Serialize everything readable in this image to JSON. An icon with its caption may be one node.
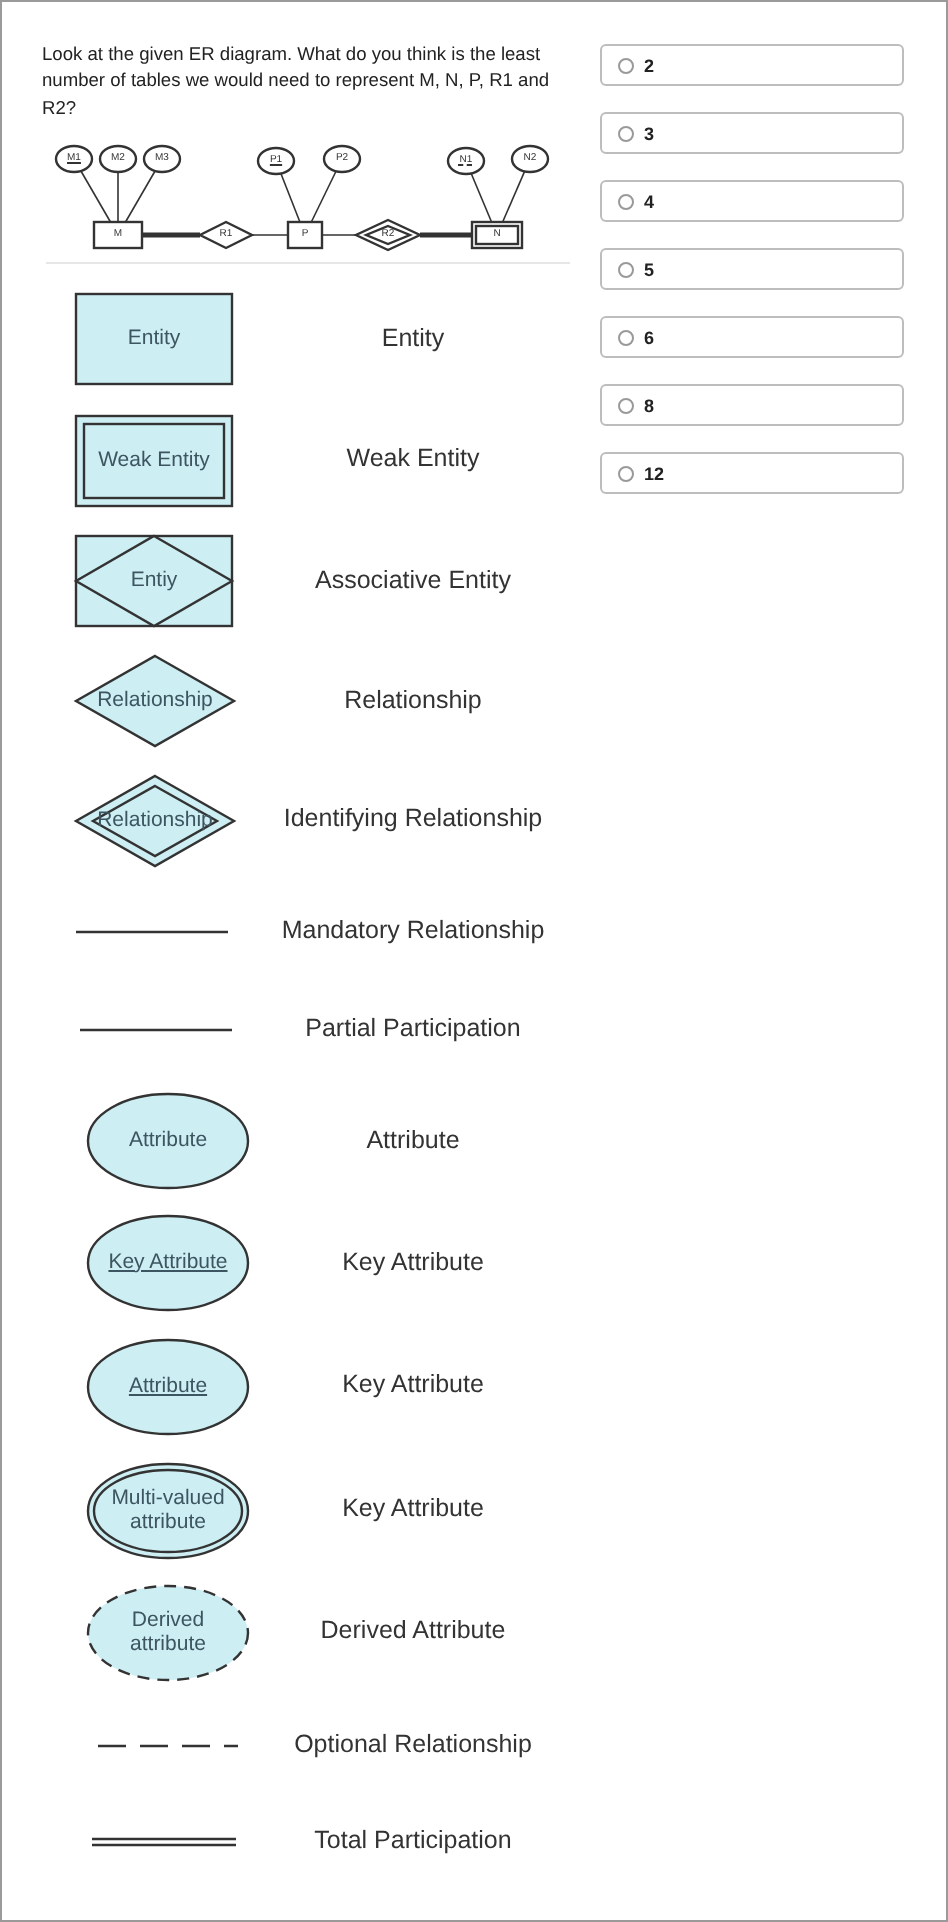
{
  "diagram": {
    "title": "Look at the given ER diagram. What do you think is the least number of tables we would need to represent M, N, P, R1 and R2?",
    "nodes": [
      {
        "text": [
          "M1"
        ]
      },
      {
        "text": [
          "M2"
        ]
      },
      {
        "text": [
          "M3"
        ]
      },
      {
        "text": [
          "P1"
        ]
      },
      {
        "text": [
          "P2"
        ]
      },
      {
        "text": [
          "N1"
        ]
      },
      {
        "text": [
          "N2"
        ]
      },
      {
        "text": [
          "M"
        ]
      },
      {
        "text": [
          "R1"
        ]
      },
      {
        "text": [
          "P"
        ]
      },
      {
        "text": [
          "R2"
        ]
      },
      {
        "text": [
          "N"
        ]
      },
      {
        "text": [
          "Entity"
        ]
      },
      {
        "text": [
          "Weak Entity"
        ]
      },
      {
        "text": [
          "Entiy"
        ]
      },
      {
        "text": [
          "Relationship"
        ]
      },
      {
        "text": [
          "Relationship"
        ]
      },
      {
        "text": [
          "Attribute"
        ]
      },
      {
        "text": [
          "Key Attribute"
        ]
      },
      {
        "text": [
          "Attribute"
        ]
      },
      {
        "text": [
          "Multi-valued attribute"
        ]
      },
      {
        "text": [
          "Derived attribute"
        ]
      }
    ],
    "edges": [
      {
        "from": 0,
        "to": 7,
        "arrow": "none"
      },
      {
        "from": 1,
        "to": 7,
        "arrow": "none"
      },
      {
        "from": 2,
        "to": 7,
        "arrow": "none"
      },
      {
        "from": 3,
        "to": 9,
        "arrow": "none"
      },
      {
        "from": 4,
        "to": 9,
        "arrow": "none"
      },
      {
        "from": 5,
        "to": 11,
        "arrow": "none"
      },
      {
        "from": 6,
        "to": 11,
        "arrow": "none"
      },
      {
        "from": 7,
        "to": 8,
        "arrow": "none",
        "style": "thick"
      },
      {
        "from": 8,
        "to": 9,
        "arrow": "none"
      },
      {
        "from": 9,
        "to": 10,
        "arrow": "none"
      },
      {
        "from": 10,
        "to": 11,
        "arrow": "none",
        "style": "thick"
      }
    ],
    "labels": [
      "2",
      "3",
      "4",
      "5",
      "6",
      "8",
      "12",
      "Entity",
      "Weak Entity",
      "Associative Entity",
      "Relationship",
      "Identifying Relationship",
      "Attribute",
      "Key Attribute",
      "Key Attribute",
      "Key Attribute",
      "Derived Attribute"
    ],
    "legend": [
      {
        "text": "Mandatory Relationship"
      },
      {
        "text": "Partial Participation"
      },
      {
        "text": "Optional Relationship"
      },
      {
        "text": "Total Participation"
      }
    ]
  }
}
